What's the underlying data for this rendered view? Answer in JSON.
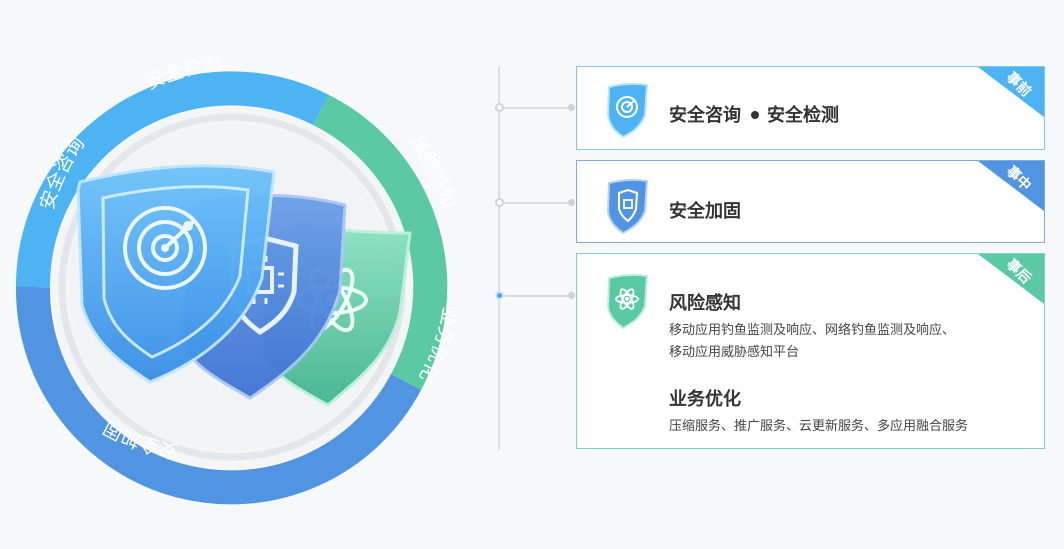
{
  "ring": {
    "segments": [
      {
        "label": "安全检测",
        "color": "#4db3f2"
      },
      {
        "label": "风险感知",
        "color": "#5bc9a4"
      },
      {
        "label": "业务优化",
        "color": "#5bc9a4"
      },
      {
        "label": "安全加固",
        "color": "#5195e2"
      },
      {
        "label": "安全咨询",
        "color": "#4db3f2"
      }
    ]
  },
  "cards": [
    {
      "title_a": "安全咨询",
      "title_b": "安全检测",
      "tag": "事前",
      "color": "#4db3f2",
      "icon": "radar-shield-icon"
    },
    {
      "title": "安全加固",
      "tag": "事中",
      "color": "#5195e2",
      "icon": "chip-shield-icon"
    },
    {
      "title": "风险感知",
      "desc_line1": "移动应用钓鱼监测及响应、网络钓鱼监测及响应、",
      "desc_line2": "移动应用威胁感知平台",
      "title2": "业务优化",
      "desc2": "压缩服务、推广服务、云更新服务、多应用融合服务",
      "tag": "事后",
      "color": "#5bc9a4",
      "icon": "atom-shield-icon"
    }
  ]
}
